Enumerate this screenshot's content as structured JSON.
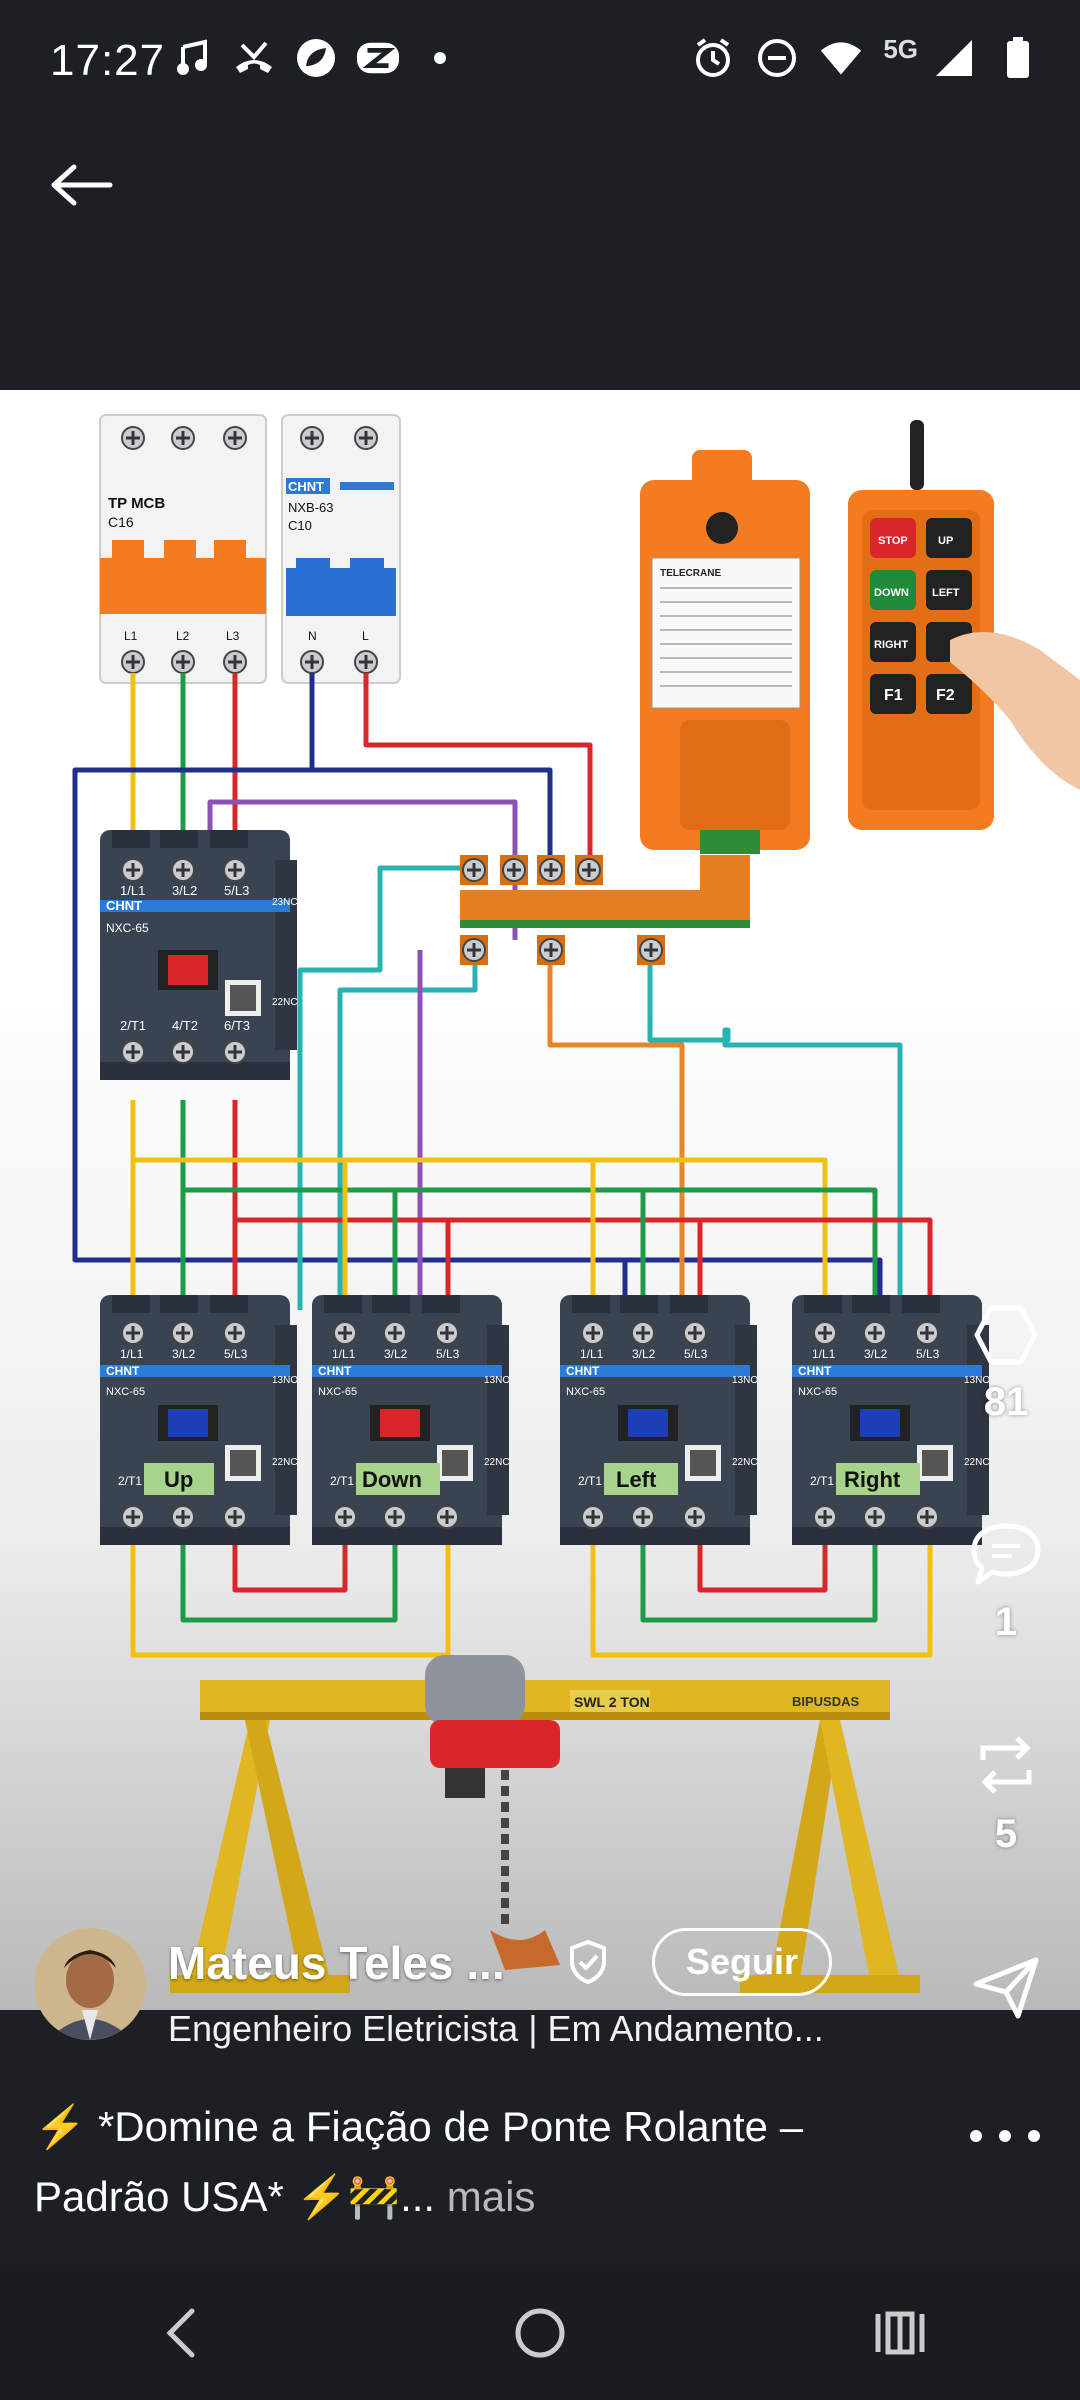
{
  "status_bar": {
    "time": "17:27",
    "network": "5G",
    "icons": [
      "music-note-icon",
      "missed-call-icon",
      "app-leaf-icon",
      "app-z-icon",
      "dot-icon",
      "alarm-icon",
      "dnd-icon",
      "wifi-icon",
      "signal-icon",
      "battery-icon"
    ]
  },
  "post": {
    "author_name": "Mateus Teles ...",
    "author_subtitle": "Engenheiro Eletricista | Em Andamento...",
    "follow_label": "Seguir",
    "caption_line1": "⚡ *Domine a Fiação de Ponte Rolante –",
    "caption_line2": "Padrão USA* ⚡🚧...",
    "more_label": "mais",
    "reactions_count": "81",
    "comments_count": "1",
    "reposts_count": "5"
  },
  "diagram": {
    "mcb_label": "TP MCB",
    "mcb_rating": "C16",
    "mcb_terminals": [
      "L1",
      "L2",
      "L3"
    ],
    "breaker_brand": "CHNT",
    "breaker_model": "NXB-63",
    "breaker_rating": "C10",
    "breaker_terminals": [
      "N",
      "L"
    ],
    "contactor_brand": "CHNT",
    "contactor_model": "NXC-65",
    "contactor_top_terminals": [
      "1/L1",
      "3/L2",
      "5/L3"
    ],
    "contactor_bottom_terminals": [
      "2/T1",
      "4/T2",
      "6/T3"
    ],
    "aux_top": "23NC",
    "aux_bottom": "22NC",
    "aux_top_no": "13NO",
    "bottom_contactors": [
      "Up",
      "Down",
      "Left",
      "Right"
    ],
    "remote_buttons": [
      "STOP",
      "UP",
      "DOWN",
      "LEFT",
      "RIGHT",
      "F1",
      "F2"
    ],
    "receiver_label": "TELECRANE",
    "hoist_label": "SWL 2 TON",
    "crane_label": "BIPUSDAS"
  },
  "colors": {
    "wire_yellow": "#f2c012",
    "wire_green": "#1e9b4a",
    "wire_red": "#d8262a",
    "wire_navy": "#1f2f8a",
    "wire_purple": "#8d52b6",
    "wire_teal": "#27b3b1",
    "wire_orange": "#e6862a",
    "remote_orange": "#f47b20",
    "contactor_body": "#3a4352",
    "brand_blue": "#2a7ad6",
    "label_green": "#a7d48a",
    "crane_yellow": "#e0b623"
  }
}
